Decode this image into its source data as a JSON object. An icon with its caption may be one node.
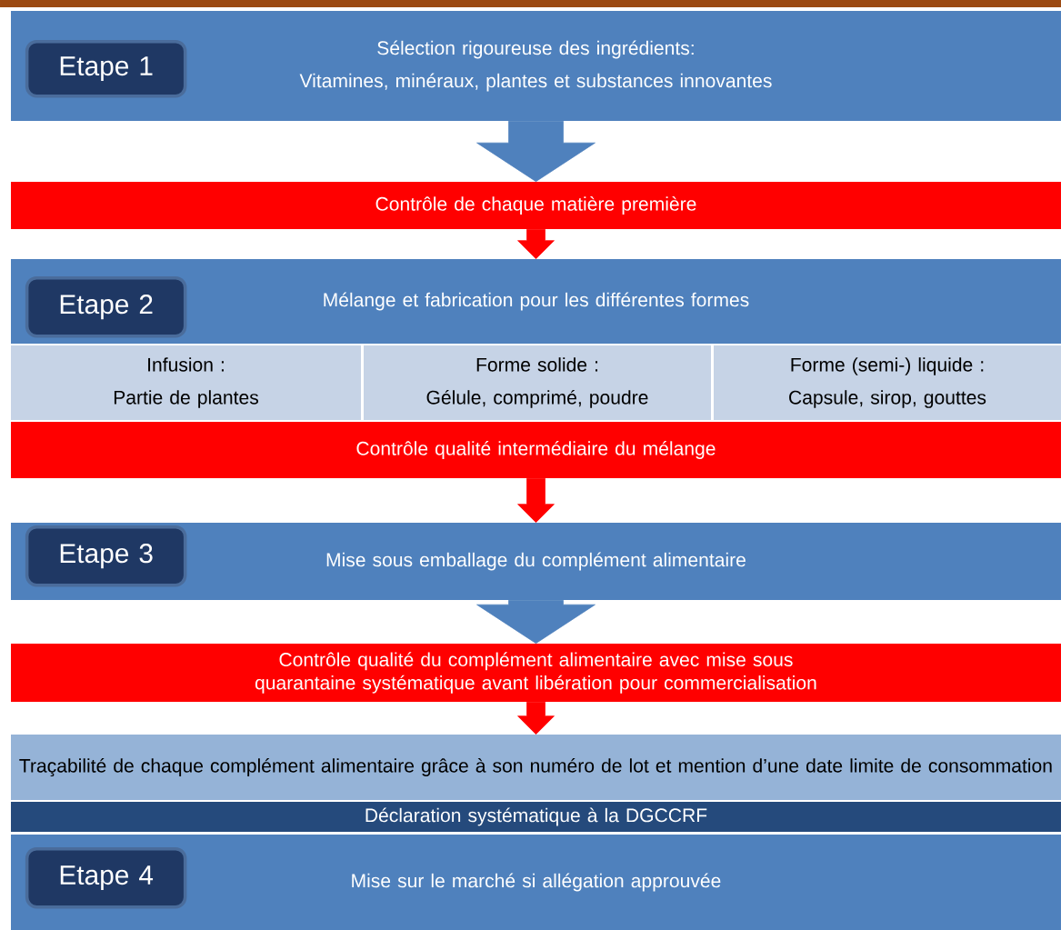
{
  "diagram": {
    "nodes": [
      {
        "text": [
          "Sélection rigoureuse des ingrédients:",
          "Vitamines, minéraux, plantes et substances innovantes"
        ]
      },
      {
        "text": [
          "Etape 1"
        ],
        "in": 0
      },
      {
        "text": [
          "Contrôle de chaque matière première"
        ]
      },
      {
        "text": [
          "Mélange et fabrication pour les différentes formes"
        ]
      },
      {
        "text": [
          "Etape 2"
        ],
        "in": 3
      },
      {
        "text": [
          "Infusion :",
          "Partie de plantes"
        ]
      },
      {
        "text": [
          "Forme solide :",
          "Gélule, comprimé, poudre"
        ]
      },
      {
        "text": [
          "Forme (semi-) liquide :",
          "Capsule, sirop, gouttes"
        ]
      },
      {
        "text": [
          "Contrôle qualité intermédiaire du mélange"
        ]
      },
      {
        "text": [
          "Mise sous emballage du complément alimentaire"
        ]
      },
      {
        "text": [
          "Etape 3"
        ],
        "in": 9
      },
      {
        "text": [
          "Contrôle qualité du complément alimentaire avec mise sous quarantaine systématique avant libération pour commercialisation"
        ]
      },
      {
        "text": [
          "Traçabilité de chaque complément alimentaire grâce à son numéro de lot et mention d’une date limite de consommation"
        ]
      },
      {
        "text": [
          "Déclaration systématique à la DGCCRF"
        ]
      },
      {
        "text": [
          "Mise sur le marché si allégation approuvée"
        ]
      },
      {
        "text": [
          "Etape 4"
        ],
        "in": 14
      }
    ],
    "edges": [
      {
        "from": 0,
        "to": 2,
        "arrow": "to",
        "style": "thick",
        "color": "#4f81bd"
      },
      {
        "from": 2,
        "to": 3,
        "arrow": "to"
      },
      {
        "from": 8,
        "to": 9,
        "arrow": "to"
      },
      {
        "from": 9,
        "to": 11,
        "arrow": "to",
        "style": "thick",
        "color": "#4f81bd"
      },
      {
        "from": 11,
        "to": 12,
        "arrow": "to"
      }
    ]
  }
}
